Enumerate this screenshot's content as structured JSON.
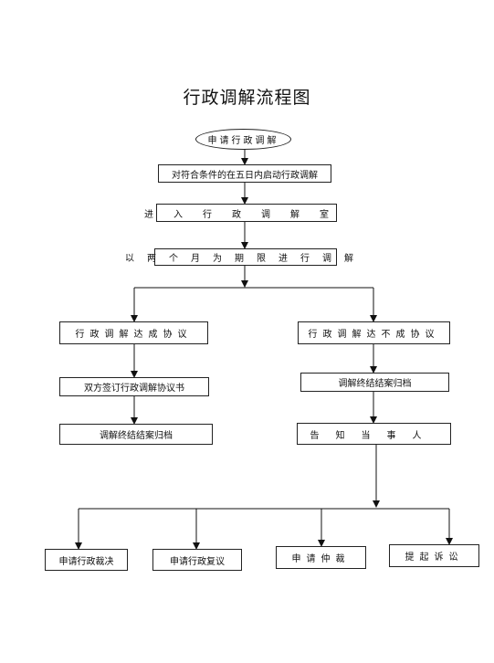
{
  "title": "行政调解流程图",
  "nodes": {
    "apply": "申请行政调解",
    "start": "对符合条件的在五日内启动行政调解",
    "enter": "进入行政调解室",
    "period": "以两个月为期限进行调解",
    "reached": "行政调解达成协议",
    "not_reached": "行政调解达不成协议",
    "sign": "双方签订行政调解协议书",
    "archive_left": "调解终结结案归档",
    "archive_right": "调解终结结案归档",
    "notify": "告知当事人",
    "ruling": "申请行政裁决",
    "review": "申请行政复议",
    "arbitration": "申请仲裁",
    "lawsuit": "提起诉讼"
  }
}
